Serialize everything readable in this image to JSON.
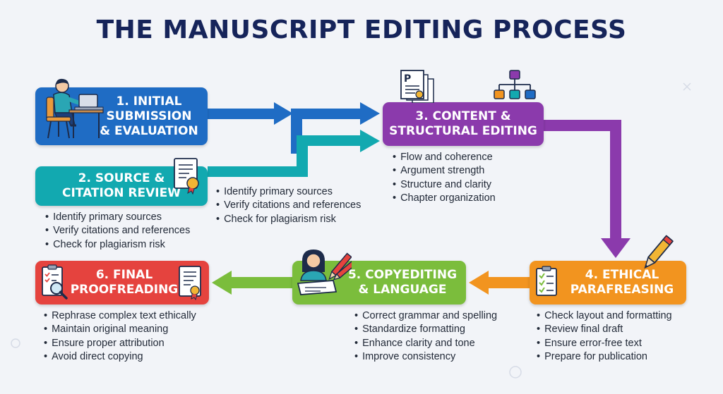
{
  "title": "THE MANUSCRIPT EDITING PROCESS",
  "colors": {
    "title": "#16245a",
    "step1": "#1f6cc4",
    "step2": "#12a9b0",
    "step3": "#8b3aac",
    "step4": "#f2941f",
    "step5": "#7bbd3c",
    "step6": "#e5433e"
  },
  "steps": [
    {
      "lines": [
        "1. INITIAL",
        "SUBMISSION",
        "& EVALUATION"
      ],
      "icon": "person-at-laptop-icon",
      "bullets": []
    },
    {
      "lines": [
        "2. SOURCE &",
        "CITATION REVIEW"
      ],
      "icon": "certificate-document-icon",
      "bullets": [
        "Identify primary sources",
        "Verify citations and references",
        "Check for plagiarism risk"
      ]
    },
    {
      "lines": [
        "3. CONTENT &",
        "STRUCTURAL EDITING"
      ],
      "icon": "documents-and-org-chart-icon",
      "bullets": [
        "Flow and coherence",
        "Argument strength",
        "Structure and clarity",
        "Chapter organization"
      ]
    },
    {
      "lines": [
        "4. ETHICAL",
        "PARAFREASING"
      ],
      "icon": "checklist-pencil-icon",
      "bullets": [
        "Check layout and formatting",
        "Review final draft",
        "Ensure error-free text",
        "Prepare for publication"
      ]
    },
    {
      "lines": [
        "5. COPYEDITING",
        "& LANGUAGE"
      ],
      "icon": "person-writing-icon",
      "bullets": [
        "Correct grammar and spelling",
        "Standardize formatting",
        "Enhance clarity and tone",
        "Improve consistency"
      ]
    },
    {
      "lines": [
        "6. FINAL",
        "PROOFREADING"
      ],
      "icon": "magnifier-checklist-icon",
      "bullets": [
        "Rephrase complex text ethically",
        "Maintain original meaning",
        "Ensure proper attribution",
        "Avoid direct copying"
      ]
    }
  ],
  "side_bullets": [
    "Identify primary sources",
    "Verify citations and references",
    "Check for plagiarism risk"
  ]
}
